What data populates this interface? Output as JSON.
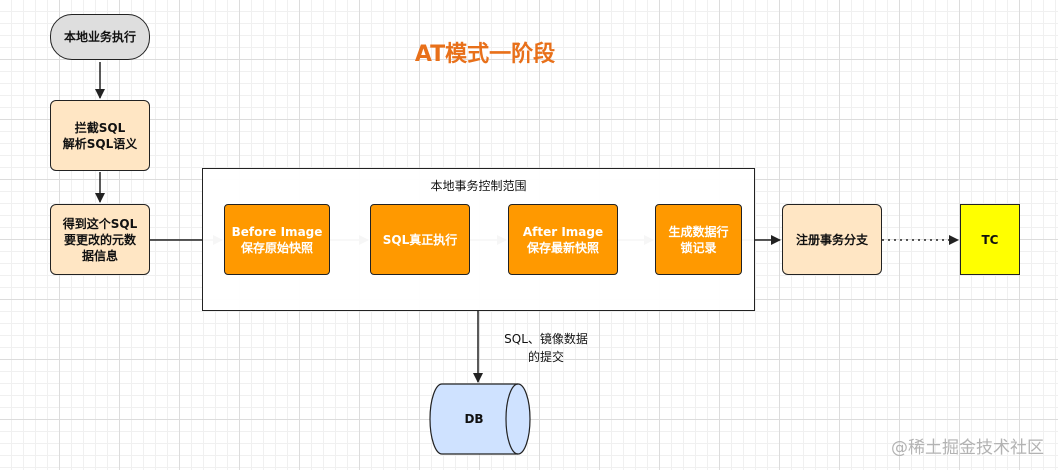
{
  "title": "AT模式一阶段",
  "nodes": {
    "start": "本地业务执行",
    "intercept": "拦截SQL\n解析SQL语义",
    "metadata": "得到这个SQL\n要更改的元数\n据信息",
    "before": "Before Image\n保存原始快照",
    "exec": "SQL真正执行",
    "after": "After Image\n保存最新快照",
    "lock": "生成数据行\n锁记录",
    "register": "注册事务分支",
    "tc": "TC",
    "db": "DB"
  },
  "container_label": "本地事务控制范围",
  "edge_label": "SQL、镜像数据\n的提交",
  "watermark": "@稀土掘金技术社区",
  "colors": {
    "title": "#e8701a",
    "process_fill": "#ffe6c4",
    "step_fill": "#ff9900",
    "start_fill": "#dedede",
    "tc_fill": "#ffff00",
    "db_fill": "#cfe2ff"
  }
}
